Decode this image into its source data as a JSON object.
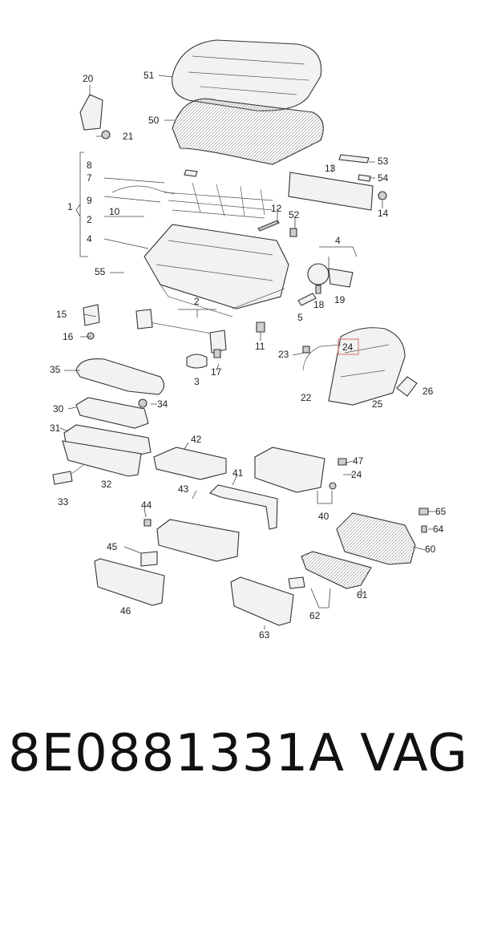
{
  "diagram": {
    "callouts": {
      "c1": "1",
      "c2a": "2",
      "c2b": "2",
      "c3": "3",
      "c4a": "4",
      "c4b": "4",
      "c5": "5",
      "c7": "7",
      "c8": "8",
      "c9": "9",
      "c10": "10",
      "c11": "11",
      "c12": "12",
      "c13": "13",
      "c14": "14",
      "c15": "15",
      "c16": "16",
      "c17": "17",
      "c18": "18",
      "c19": "19",
      "c20": "20",
      "c21": "21",
      "c22": "22",
      "c23": "23",
      "c24a": "24",
      "c24b": "24",
      "c25": "25",
      "c26": "26",
      "c30": "30",
      "c31": "31",
      "c32": "32",
      "c33": "33",
      "c34": "34",
      "c35": "35",
      "c40": "40",
      "c41": "41",
      "c42": "42",
      "c43": "43",
      "c44": "44",
      "c45": "45",
      "c46": "46",
      "c47": "47",
      "c50": "50",
      "c51": "51",
      "c52": "52",
      "c53": "53",
      "c54": "54",
      "c55": "55",
      "c60": "60",
      "c61": "61",
      "c62": "62",
      "c63": "63",
      "c64": "64",
      "c65": "65"
    },
    "highlight_color": "#e08080"
  },
  "banner": {
    "part_number": "8E0881331A",
    "brand": "VAG"
  }
}
